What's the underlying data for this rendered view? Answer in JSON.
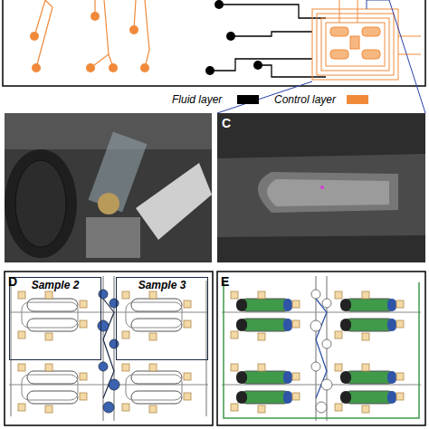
{
  "diagram": {
    "nodes": [
      {
        "text": [
          "Sample 2"
        ]
      },
      {
        "text": [
          "Sample 3"
        ]
      }
    ],
    "labels": [
      "C",
      "D",
      "E"
    ],
    "legend": [
      {
        "text": "Fluid layer",
        "color": "#000000"
      },
      {
        "text": "Control layer",
        "color": "#f08a3a"
      }
    ]
  }
}
